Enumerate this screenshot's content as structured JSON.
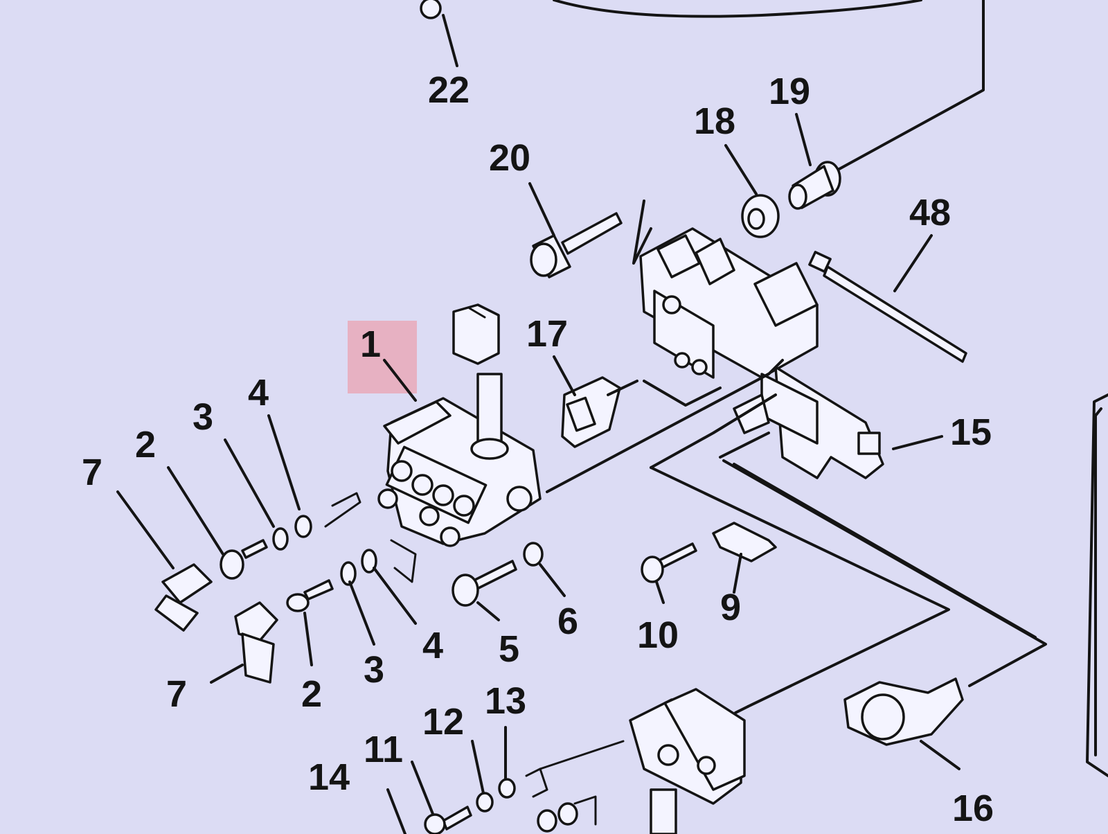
{
  "highlight_color": "#e9a9b9",
  "background_color": "#dcdcf4",
  "labels": {
    "l1": "1",
    "l2a": "2",
    "l2b": "2",
    "l3a": "3",
    "l3b": "3",
    "l4a": "4",
    "l4b": "4",
    "l5": "5",
    "l6": "6",
    "l7a": "7",
    "l7b": "7",
    "l9": "9",
    "l10": "10",
    "l11": "11",
    "l12": "12",
    "l13": "13",
    "l14": "14",
    "l15": "15",
    "l16": "16",
    "l17": "17",
    "l18": "18",
    "l19": "19",
    "l20": "20",
    "l22": "22",
    "l48": "48"
  }
}
